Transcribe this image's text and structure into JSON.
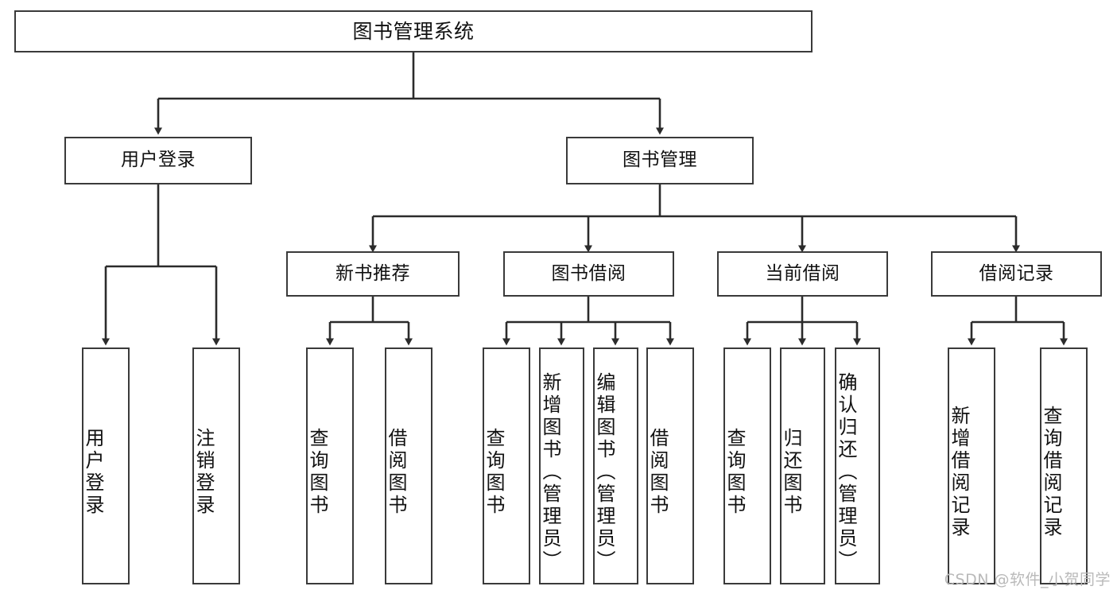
{
  "diagram": {
    "type": "tree",
    "title": "图书管理系统",
    "watermark": "CSDN @软件_小贺同学",
    "colors": {
      "box_border": "#3a3a3a",
      "box_fill": "#ffffff",
      "connector": "#2b2b2b",
      "text": "#111111",
      "watermark": "#b9b9b9"
    },
    "levels": {
      "level1": [
        {
          "id": "root",
          "label": "图书管理系统"
        }
      ],
      "level2": [
        {
          "id": "user-login",
          "label": "用户登录"
        },
        {
          "id": "book-manage",
          "label": "图书管理"
        }
      ],
      "level3": [
        {
          "id": "new-book-rec",
          "label": "新书推荐"
        },
        {
          "id": "book-borrow",
          "label": "图书借阅"
        },
        {
          "id": "current-borrow",
          "label": "当前借阅"
        },
        {
          "id": "borrow-record",
          "label": "借阅记录"
        }
      ],
      "level4": [
        {
          "id": "leaf-user-login",
          "label": "用户登录",
          "parent": "user-login"
        },
        {
          "id": "leaf-logout",
          "label": "注销登录",
          "parent": "user-login"
        },
        {
          "id": "leaf-query-book-1",
          "label": "查询图书",
          "parent": "new-book-rec"
        },
        {
          "id": "leaf-borrow-book-1",
          "label": "借阅图书",
          "parent": "new-book-rec"
        },
        {
          "id": "leaf-query-book-2",
          "label": "查询图书",
          "parent": "book-borrow"
        },
        {
          "id": "leaf-add-book",
          "label": "新增图书（管理员）",
          "parent": "book-borrow"
        },
        {
          "id": "leaf-edit-book",
          "label": "编辑图书（管理员）",
          "parent": "book-borrow"
        },
        {
          "id": "leaf-borrow-book-2",
          "label": "借阅图书",
          "parent": "book-borrow"
        },
        {
          "id": "leaf-query-book-3",
          "label": "查询图书",
          "parent": "current-borrow"
        },
        {
          "id": "leaf-return-book",
          "label": "归还图书",
          "parent": "current-borrow"
        },
        {
          "id": "leaf-confirm-return",
          "label": "确认归还（管理员）",
          "parent": "current-borrow"
        },
        {
          "id": "leaf-add-record",
          "label": "新增借阅记录",
          "parent": "borrow-record"
        },
        {
          "id": "leaf-query-record",
          "label": "查询借阅记录",
          "parent": "borrow-record"
        }
      ]
    }
  }
}
